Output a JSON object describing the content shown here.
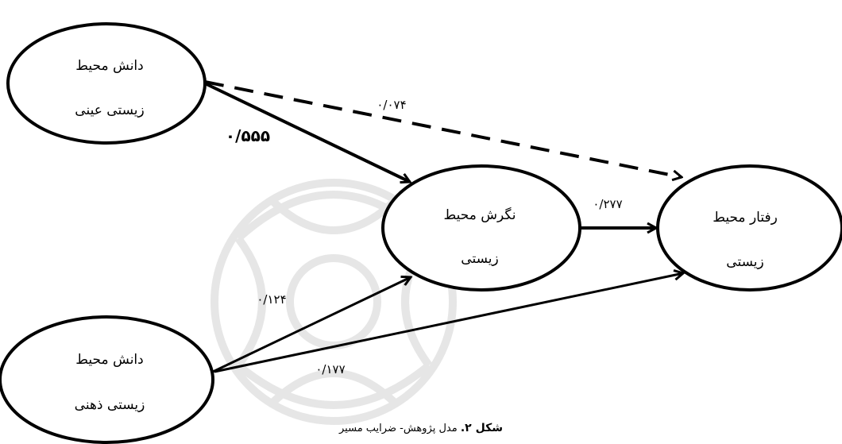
{
  "nodes": {
    "objective_knowledge": {
      "line1": "دانش محیط",
      "line2": "زیستی عینی"
    },
    "subjective_knowledge": {
      "line1": "دانش محیط",
      "line2": "زیستی ذهنی"
    },
    "attitude": {
      "line1": "نگرش محیط",
      "line2": "زیستی"
    },
    "behavior": {
      "line1": "رفتار محیط",
      "line2": "زیستی"
    }
  },
  "paths": {
    "objective_to_attitude": "٠/۵۵۵",
    "objective_to_behavior": "٠/٠٧۴",
    "attitude_to_behavior": "٠/٢٧٧",
    "subjective_to_attitude": "٠/١٢۴",
    "subjective_to_behavior": "٠/١٧٧"
  },
  "caption": {
    "label": "شکل ۲.",
    "text": " مدل پژوهش- ضرایب مسیر"
  },
  "colors": {
    "stroke": "#000000",
    "watermark": "#e6e6e6"
  }
}
